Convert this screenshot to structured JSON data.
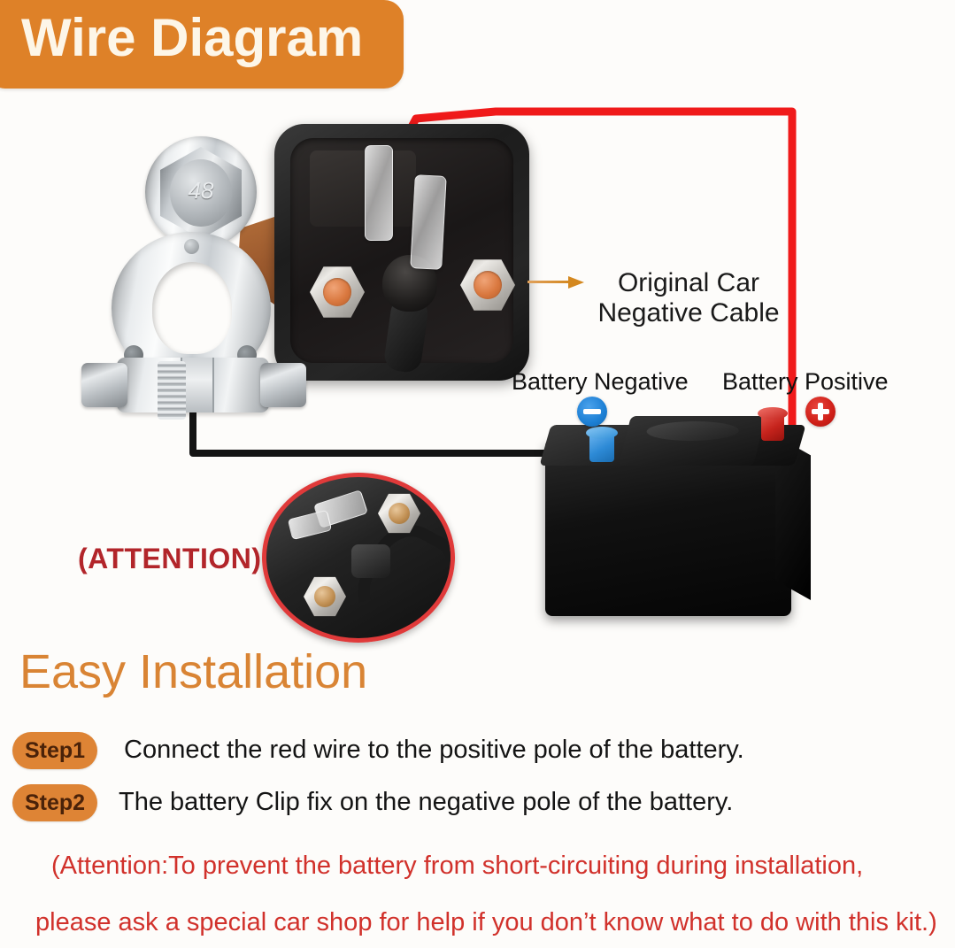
{
  "banner": {
    "title": "Wire Diagram",
    "background_color": "#DE8128",
    "text_color": "#FDF6E8"
  },
  "diagram": {
    "clamp": {
      "name": "battery-terminal-clamp",
      "bolt_marking": "48"
    },
    "switch": {
      "name": "battery-disconnect-switch"
    },
    "wires": [
      {
        "name": "red-positive-wire",
        "color": "#F01A1A",
        "from": "switch-left-terminal",
        "to": "battery-positive-post"
      },
      {
        "name": "black-negative-wire",
        "color": "#141414",
        "from": "clamp-bolt",
        "to": "battery-negative-terminal"
      }
    ],
    "callouts": [
      {
        "name": "original-car-negative-cable",
        "text": "Original Car\nNegative Cable",
        "line1": "Original Car",
        "line2": "Negative Cable",
        "arrow_color": "#D4881F"
      },
      {
        "name": "battery-negative",
        "text": "Battery Negative"
      },
      {
        "name": "battery-positive",
        "text": "Battery Positive"
      }
    ],
    "badges": {
      "negative": {
        "symbol": "minus",
        "color": "#1C7FD4"
      },
      "positive": {
        "symbol": "plus",
        "color": "#CF1F18"
      }
    },
    "inset": {
      "label": "(ATTENTION)",
      "label_color": "#B2252A",
      "ring_color": "#E03A3A"
    }
  },
  "installation": {
    "heading": "Easy Installation",
    "heading_color": "#D98434",
    "steps": [
      {
        "pill": "Step1",
        "text": "Connect the red wire to the positive pole of the battery."
      },
      {
        "pill": "Step2",
        "text": "The battery Clip fix on the negative pole of the battery."
      }
    ]
  },
  "footer_attention": {
    "color": "#D1312B",
    "line1": "(Attention:To prevent the battery from short-circuiting during installation,",
    "line2": "please ask a special car shop for help if you don’t know what to do with this kit.)"
  }
}
